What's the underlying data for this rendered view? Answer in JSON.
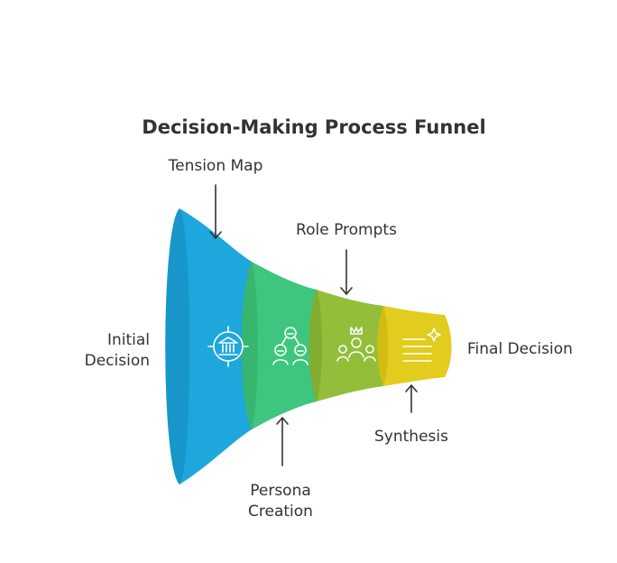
{
  "title": "Decision-Making Process Funnel",
  "labels": {
    "tension_map": "Tension Map",
    "role_prompts": "Role Prompts",
    "initial_decision_line1": "Initial",
    "initial_decision_line2": "Decision",
    "final_decision": "Final Decision",
    "synthesis": "Synthesis",
    "persona_creation_line1": "Persona",
    "persona_creation_line2": "Creation"
  },
  "stages": [
    {
      "id": "initial-decision",
      "color": "#1ea7dc",
      "icon": "bank-target-icon"
    },
    {
      "id": "persona-creation",
      "color": "#3ec67e",
      "icon": "team-personas-icon"
    },
    {
      "id": "role-prompts",
      "color": "#92be3a",
      "icon": "crowned-group-icon"
    },
    {
      "id": "synthesis",
      "color": "#e2cc1d",
      "icon": "document-sparkle-icon"
    }
  ]
}
